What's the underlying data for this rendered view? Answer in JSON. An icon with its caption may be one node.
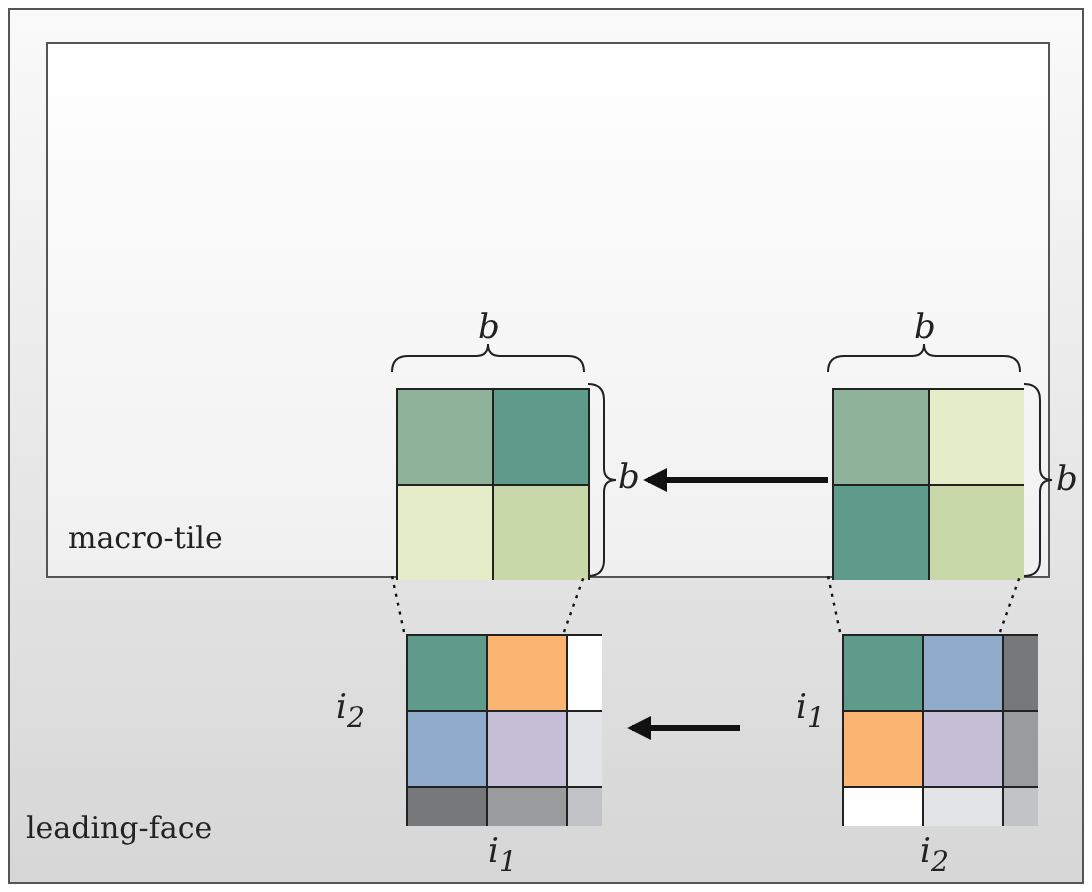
{
  "diagram": {
    "nodes": [
      {
        "text": [
          "leading-face"
        ]
      },
      {
        "text": [
          "macro-tile"
        ],
        "in": 0
      },
      {
        "text": [],
        "shape": "box",
        "in": 1
      },
      {
        "text": [],
        "shape": "box",
        "in": 1
      },
      {
        "text": [],
        "shape": "box",
        "in": 0
      },
      {
        "text": [],
        "shape": "box",
        "in": 0
      }
    ],
    "edges": [
      {
        "from": 3,
        "to": 2,
        "arrow": "to",
        "style": "thick"
      },
      {
        "from": 5,
        "to": 4,
        "arrow": "to",
        "style": "thick"
      },
      {
        "from": 4,
        "to": 2,
        "arrow": "none",
        "style": "dashed"
      },
      {
        "from": 5,
        "to": 3,
        "arrow": "none",
        "style": "dashed"
      }
    ],
    "labels": [
      "b",
      "b",
      "b",
      "b",
      "i$_{2}$",
      "i$_{1}$",
      "i$_{1}$",
      "i$_{2}$"
    ]
  }
}
